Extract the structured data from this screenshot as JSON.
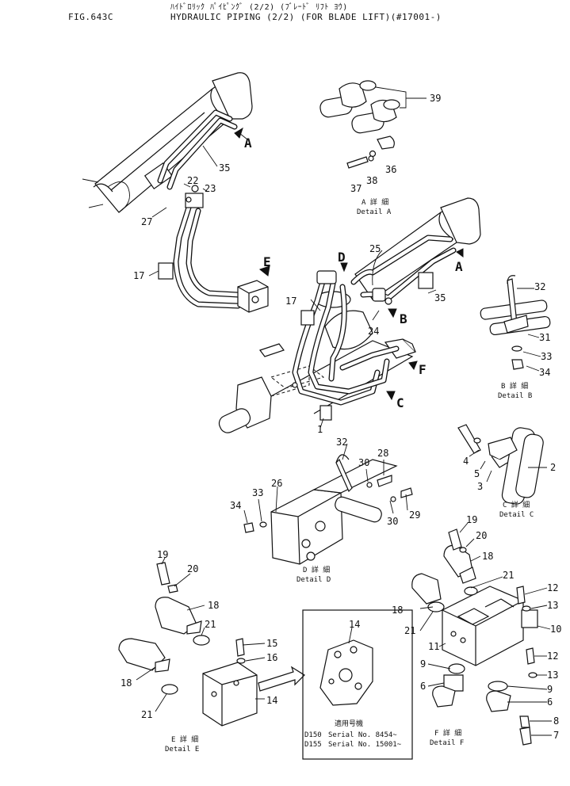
{
  "header": {
    "fig": "FIG.643C",
    "title_jp": "ﾊｲﾄﾞﾛﾘｯｸ ﾊﾟｲﾋﾟﾝｸﾞ (2/2) (ﾌﾞﾚｰﾄﾞ ﾘﾌﾄ ﾖｳ)",
    "title": "HYDRAULIC PIPING (2/2) (FOR BLADE LIFT)(#17001-)"
  },
  "callouts": {
    "n39": "39",
    "n36": "36",
    "n37": "37",
    "n38": "38",
    "n35a": "35",
    "n22": "22",
    "n23": "23",
    "n27": "27",
    "n17a": "17",
    "n25": "25",
    "n35b": "35",
    "n17b": "17",
    "n24": "24",
    "n1": "1",
    "n32b": "32",
    "n31": "31",
    "n33b": "33",
    "n34b": "34",
    "n4": "4",
    "n5": "5",
    "n3": "3",
    "n2": "2",
    "n32d": "32",
    "n30a": "30",
    "n28": "28",
    "n26": "26",
    "n33d": "33",
    "n34d": "34",
    "n30b": "30",
    "n29": "29",
    "n19e": "19",
    "n20e": "20",
    "n18e1": "18",
    "n21e1": "21",
    "n15": "15",
    "n16": "16",
    "n18e2": "18",
    "n21e2": "21",
    "n14e": "14",
    "n14m": "14",
    "n19f": "19",
    "n20f": "20",
    "n18f1": "18",
    "n21f1": "21",
    "n12a": "12",
    "n13a": "13",
    "n18f2": "18",
    "n21f2": "21",
    "n10": "10",
    "n11": "11",
    "n12b": "12",
    "n9a": "9",
    "n13b": "13",
    "n6a": "6",
    "n9b": "9",
    "n6b": "6",
    "n8": "8",
    "n7": "7"
  },
  "view_arrows": {
    "A1": "A",
    "E": "E",
    "D": "D",
    "A2": "A",
    "B": "B",
    "F": "F",
    "C": "C"
  },
  "details": {
    "a_jp": "A 詳 細",
    "a": "Detail A",
    "b_jp": "B 詳 細",
    "b": "Detail B",
    "c_jp": "C 詳 細",
    "c": "Detail C",
    "d_jp": "D 詳 細",
    "d": "Detail D",
    "e_jp": "E 詳 細",
    "e": "Detail E",
    "f_jp": "F 詳 細",
    "f": "Detail F"
  },
  "serials": {
    "jp": "適用号機",
    "l1_model": "D150",
    "l1_text": "Serial No. 8454~",
    "l2_model": "D155",
    "l2_text": "Serial No. 15001~"
  }
}
